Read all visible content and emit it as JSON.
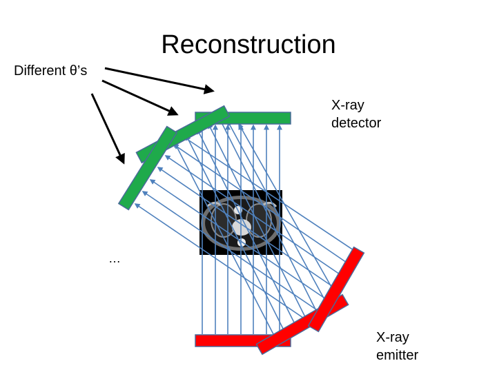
{
  "title": "Reconstruction",
  "labels": {
    "theta": "Different θ’s",
    "detector_line1": "X-ray",
    "detector_line2": "detector",
    "emitter_line1": "X-ray",
    "emitter_line2": "emitter",
    "ellipsis": "…"
  },
  "colors": {
    "detector": "#1faa4b",
    "emitter": "#ff0000",
    "bar_outline": "#4a6a9a",
    "ray": "#4f81bd",
    "arrow": "#000000",
    "scan_background": "#000000"
  },
  "icons": {
    "scan": "ct-scan-slice-image"
  }
}
